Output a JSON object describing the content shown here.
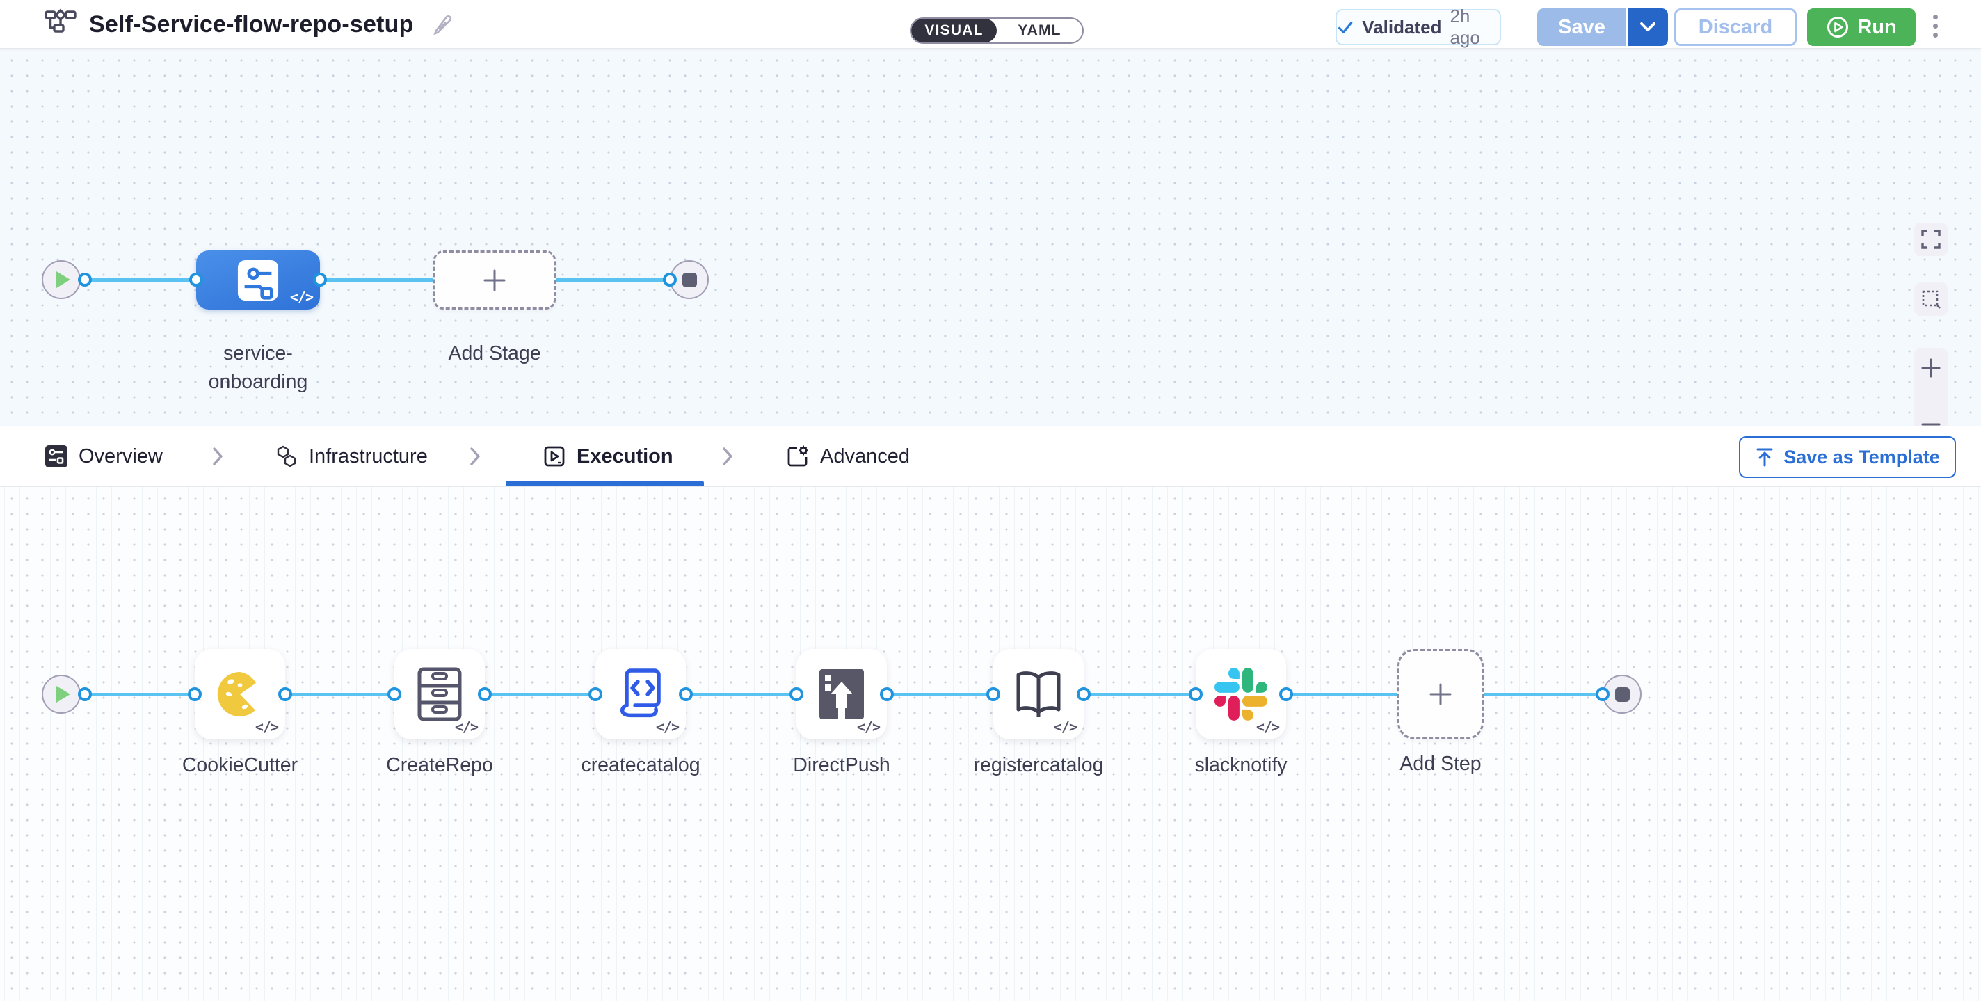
{
  "header": {
    "title": "Self-Service-flow-repo-setup",
    "mode_toggle": {
      "visual": "VISUAL",
      "yaml": "YAML"
    },
    "validated": {
      "label": "Validated",
      "time": "2h ago"
    },
    "save_label": "Save",
    "discard_label": "Discard",
    "run_label": "Run"
  },
  "stage_canvas": {
    "stage_label": "service-onboarding",
    "add_stage_label": "Add Stage",
    "code_badge": "</>"
  },
  "tabs": {
    "items": [
      {
        "label": "Overview"
      },
      {
        "label": "Infrastructure"
      },
      {
        "label": "Execution"
      },
      {
        "label": "Advanced"
      }
    ],
    "active": "Execution",
    "save_as_template_label": "Save as Template"
  },
  "execution_canvas": {
    "steps": [
      {
        "label": "CookieCutter"
      },
      {
        "label": "CreateRepo"
      },
      {
        "label": "createcatalog"
      },
      {
        "label": "DirectPush"
      },
      {
        "label": "registercatalog"
      },
      {
        "label": "slacknotify"
      }
    ],
    "add_step_label": "Add Step",
    "code_badge": "</>"
  },
  "colors": {
    "accent_blue": "#2b6fd6",
    "edge_blue": "#5ac3f2",
    "port_blue": "#2194e0",
    "stage_blue": "#3780e2",
    "run_green": "#4db358",
    "save_disabled_blue": "#9dbbe8",
    "toggle_dark": "#32323e",
    "canvas1_bg": "#f4f9fd",
    "canvas2_bg": "#fcfdff",
    "slack_blue": "#36c5f0",
    "slack_green": "#2eb67d",
    "slack_yellow": "#ecb22e",
    "slack_red": "#e01e5a",
    "cookie_yellow": "#f0c93f"
  }
}
